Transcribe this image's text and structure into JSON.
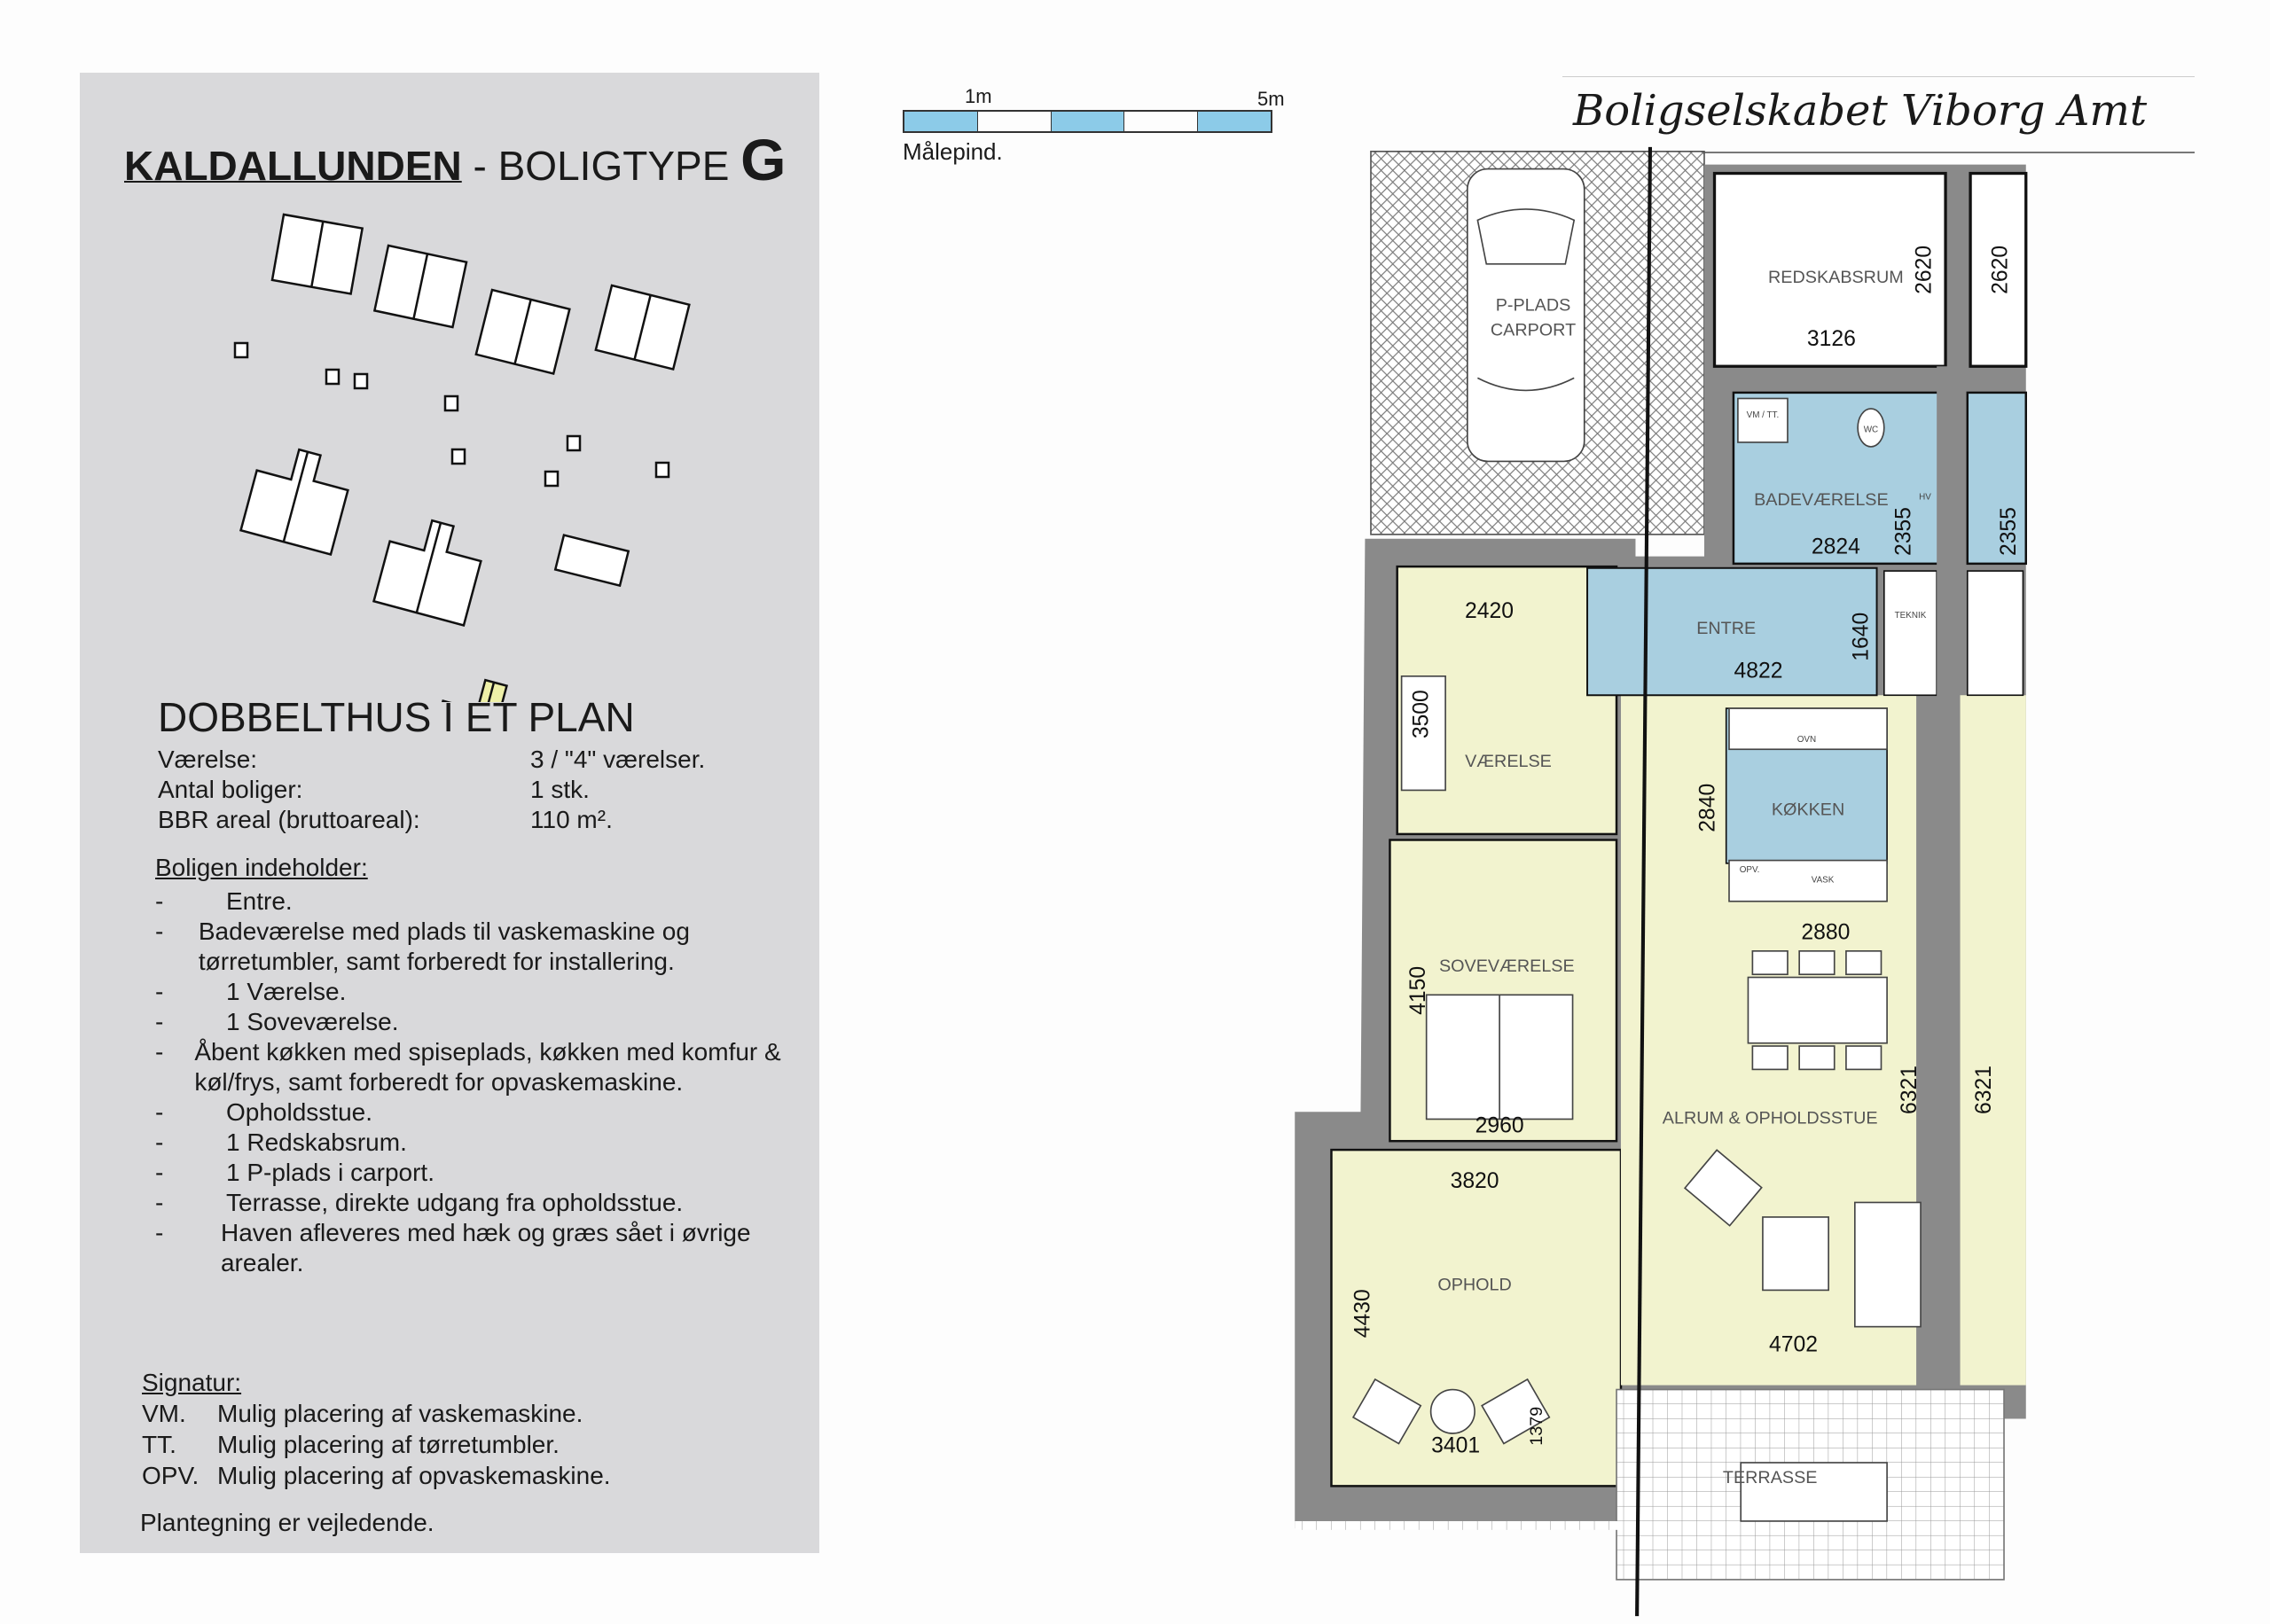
{
  "header": {
    "title_main": "KALDALLUNDEN",
    "title_sep": " - BOLIGTYPE ",
    "title_letter": "G"
  },
  "scale": {
    "label_1m": "1m",
    "label_5m": "5m",
    "caption": "Målepind."
  },
  "logo": {
    "text": "Boligselskabet Viborg Amt"
  },
  "colors": {
    "panel": "#d9d9db",
    "living": "#f2f3cf",
    "wet": "#a9cfe0",
    "wall": "#8a8a8a",
    "highlight": "#eef0a8"
  },
  "info": {
    "subtitle": "DOBBELTHUS I ET PLAN",
    "facts": [
      {
        "label": "Værelse:",
        "value": "3 / \"4\" værelser."
      },
      {
        "label": "Antal boliger:",
        "value": "1 stk."
      },
      {
        "label": "BBR areal (bruttoareal):",
        "value": "110 m²."
      }
    ],
    "contains_heading": "Boligen indeholder:",
    "contains": [
      "Entre.",
      "Badeværelse med plads til vaskemaskine og tørretumbler, samt forberedt for installering.",
      "1 Værelse.",
      "1 Soveværelse.",
      "Åbent køkken med spiseplads, køkken med komfur & køl/frys, samt  forberedt for opvaskemaskine.",
      "Opholdsstue.",
      "1 Redskabsrum.",
      "1 P-plads i carport.",
      "Terrasse, direkte udgang fra opholdsstue.",
      "Haven afleveres med hæk og græs sået i øvrige arealer."
    ],
    "bullet": "-",
    "signatur_heading": "Signatur:",
    "signatur": [
      {
        "abbr": "VM.",
        "text": "Mulig placering af vaskemaskine."
      },
      {
        "abbr": "TT.",
        "text": "Mulig placering af tørretumbler."
      },
      {
        "abbr": "OPV.",
        "text": "Mulig placering af opvaskemaskine."
      }
    ],
    "note": "Plantegning er vejledende."
  },
  "plan": {
    "rooms": {
      "carport": "P-PLADS",
      "carport2": "CARPORT",
      "redskabsrum": "REDSKABSRUM",
      "badevaerelse": "BADEVÆRELSE",
      "entre": "ENTRE",
      "vaerelse": "VÆRELSE",
      "sovevaerelse": "SOVEVÆRELSE",
      "koekken": "KØKKEN",
      "alrum": "ALRUM & OPHOLDSSTUE",
      "ophold": "OPHOLD",
      "terrasse": "TERRASSE"
    },
    "fixtures": {
      "vm_tt": "VM / TT.",
      "wc": "WC",
      "hv": "HV",
      "teknik": "TEKNIK",
      "ovn": "OVN",
      "opv": "OPV.",
      "vask": "VASK"
    },
    "dims": {
      "redskab_h": "2620",
      "redskab_h2": "2620",
      "redskab_w": "3126",
      "bad_w": "2824",
      "bad_h": "2355",
      "bad_h2": "2355",
      "entre_w": "4822",
      "entre_h": "1640",
      "vaer_w": "2420",
      "vaer_h": "3500",
      "koek_h": "2840",
      "koek_w": "2880",
      "sove_h": "4150",
      "sove_w": "2960",
      "ophold_w": "3820",
      "ophold_h": "4430",
      "ophold_w2": "3401",
      "ophold_h2": "1379",
      "alrum_h": "6321",
      "alrum_h2": "6321",
      "alrum_w": "4702"
    }
  }
}
